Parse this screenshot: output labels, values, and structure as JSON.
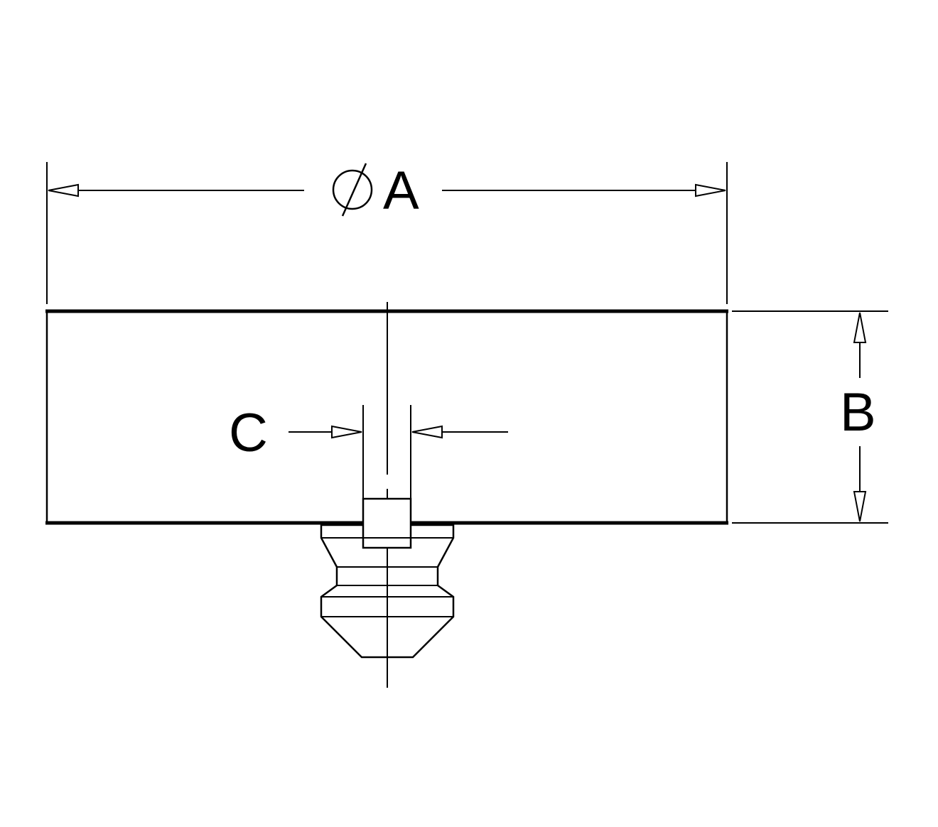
{
  "dimensions": {
    "diameter_symbol": "⌀",
    "a_label": "A",
    "b_label": "B",
    "c_label": "C"
  },
  "colors": {
    "line": "#000000",
    "background": "#ffffff"
  }
}
